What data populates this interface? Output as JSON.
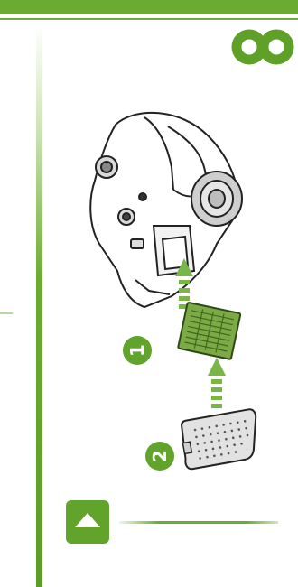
{
  "page": {
    "step_number": "8",
    "callouts": [
      "1",
      "2"
    ]
  },
  "colors": {
    "brand_green": "#6cab32",
    "dark_green": "#62a32c",
    "filter_green": "#7ea947"
  },
  "icons": {
    "nav": "triangle-up-icon"
  }
}
